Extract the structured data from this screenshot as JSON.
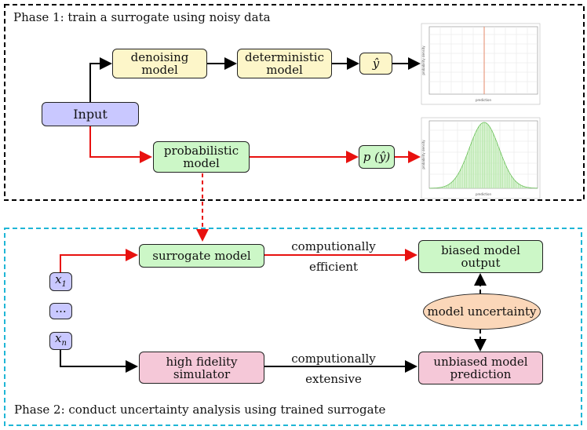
{
  "phase1": {
    "title": "Phase 1: train a surrogate using noisy data"
  },
  "phase2": {
    "title": "Phase 2: conduct uncertainty analysis using trained surrogate"
  },
  "boxes": {
    "input": "Input",
    "denoising": "denoising\nmodel",
    "deterministic": "deterministic\nmodel",
    "yhat": "ŷ",
    "probabilistic": "probabilistic\nmodel",
    "pyhat": "p (ŷ)",
    "surrogate": "surrogate model",
    "biased": "biased model\noutput",
    "uncertainty": "model uncertainty",
    "highfidelity": "high fidelity\nsimulator",
    "unbiased": "unbiased model\nprediction",
    "x1": "x1",
    "dots": "···",
    "xn": "xn"
  },
  "edges": {
    "top_line1": "computionally",
    "top_line2": "efficient",
    "bottom_line1": "computionally",
    "bottom_line2": "extensive"
  },
  "plots": {
    "deterministic": {
      "xlabel": "prediction",
      "ylabel": "probability density"
    },
    "probabilistic": {
      "xlabel": "prediction",
      "ylabel": "probability density"
    }
  },
  "colors": {
    "phase1_border": "#000000",
    "phase2_border": "#1fb6d6",
    "red_arrow": "#e8110f",
    "black_arrow": "#000000",
    "yellow": "#fdf6c9",
    "blue": "#c9c8ff",
    "green": "#ccf7c7",
    "pink": "#f5c8d8",
    "orange": "#fbd7b9"
  }
}
